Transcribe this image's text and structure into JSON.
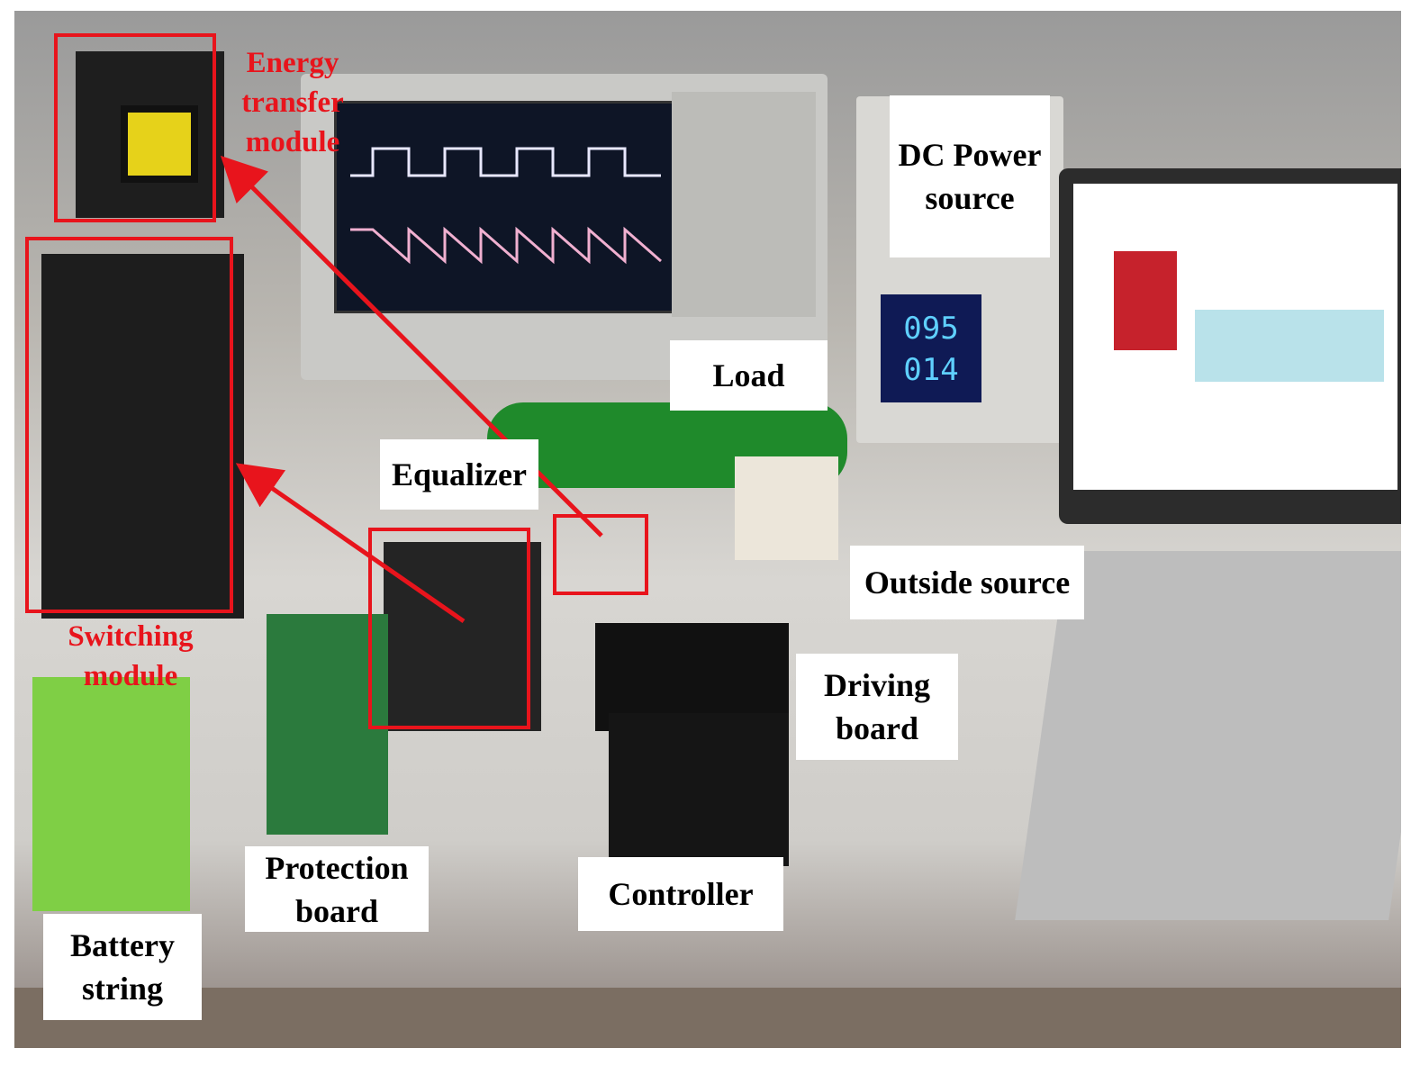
{
  "labels": {
    "energy_transfer": [
      "Energy",
      "transfer",
      "module"
    ],
    "switching": [
      "Switching",
      "module"
    ],
    "dc_power": [
      "DC Power",
      "source"
    ],
    "load": "Load",
    "equalizer": "Equalizer",
    "outside_source": "Outside source",
    "driving_board": [
      "Driving",
      "board"
    ],
    "protection_board": [
      "Protection",
      "board"
    ],
    "controller": "Controller",
    "battery_string": [
      "Battery",
      "string"
    ]
  },
  "psu_readout": [
    "095",
    "014"
  ],
  "colors": {
    "highlight": "#e8141c",
    "label_bg": "#ffffff"
  }
}
